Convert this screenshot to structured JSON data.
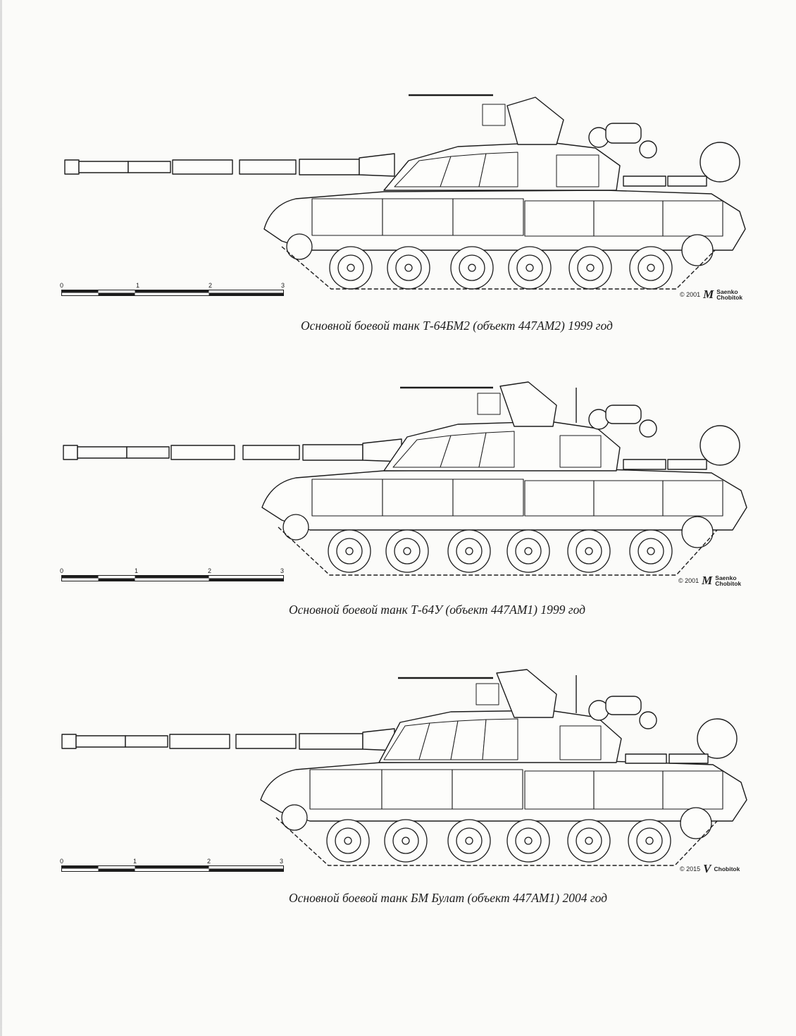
{
  "plates": [
    {
      "caption": "Основной боевой танк Т-64БМ2 (объект 447АМ2) 1999 год",
      "credit": {
        "year": "© 2001",
        "mark": "М",
        "authors": [
          "Saenko",
          "Chobitok"
        ]
      },
      "scale_ticks": [
        "0",
        "1",
        "2",
        "3"
      ]
    },
    {
      "caption": "Основной боевой танк Т-64У (объект 447АМ1) 1999 год",
      "credit": {
        "year": "© 2001",
        "mark": "М",
        "authors": [
          "Saenko",
          "Chobitok"
        ]
      },
      "scale_ticks": [
        "0",
        "1",
        "2",
        "3"
      ]
    },
    {
      "caption": "Основной боевой танк БМ Булат (объект 447АМ1) 2004 год",
      "credit": {
        "year": "© 2015",
        "mark": "V",
        "authors": [
          "Chobitok"
        ]
      },
      "scale_ticks": [
        "0",
        "1",
        "2",
        "3"
      ]
    }
  ]
}
